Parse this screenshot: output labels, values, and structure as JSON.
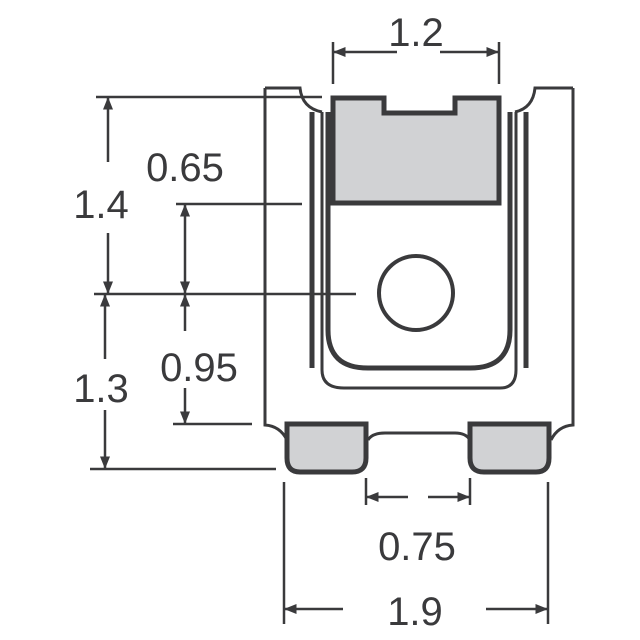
{
  "diagram": {
    "type": "package-outline-dimension-drawing",
    "units": "mm",
    "colors": {
      "line": "#3a3a3c",
      "pad_fill": "#d1d2d4",
      "background": "#ffffff"
    },
    "dimensions": {
      "top_tab_width": "1.2",
      "upper_height": "1.4",
      "upper_inner_offset": "0.65",
      "lower_height": "1.3",
      "lower_inner_offset": "0.95",
      "pad_gap": "0.75",
      "overall_width": "1.9"
    }
  }
}
